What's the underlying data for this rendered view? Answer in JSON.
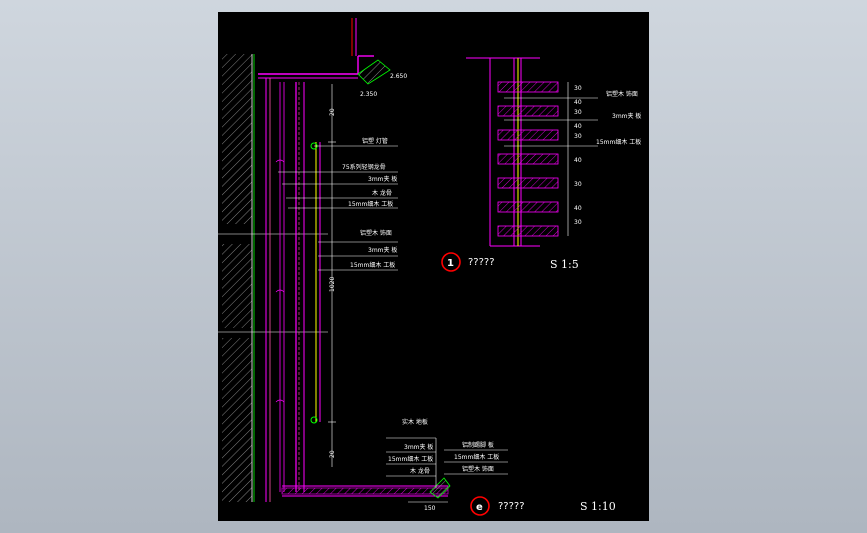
{
  "colors": {
    "background": "#000000",
    "magenta": "#ff00ff",
    "pink": "#ff55aa",
    "yellow": "#ffff00",
    "green": "#00ff00",
    "white": "#ffffff",
    "marker": "#ff0000",
    "app_bg": "#c2c9d1"
  },
  "section_main": {
    "labels": [
      "铝塑 灯管",
      "75系列轻钢龙骨",
      "3mm夹 板",
      "木 龙骨",
      "15mm细木 工板",
      "铝塑木 饰面",
      "3mm夹 板",
      "15mm细木 工板"
    ],
    "level_top": "2.650",
    "level_ceiling": "2.350",
    "dims": [
      "20",
      "1020",
      "20"
    ]
  },
  "detail_1": {
    "labels": [
      "铝塑木 饰面",
      "3mm夹 板",
      "15mm细木 工板"
    ],
    "dims": [
      "30",
      "40",
      "30",
      "40",
      "30",
      "40",
      "30",
      "40",
      "30"
    ],
    "marker": "1",
    "title": "?????",
    "scale": "S 1:5"
  },
  "detail_e": {
    "labels": [
      "实木 地板",
      "3mm夹 板",
      "15mm细木 工板",
      "木 龙骨",
      "铝制踢脚 板",
      "15mm细木 工板",
      "铝塑木 饰面"
    ],
    "dim": "150",
    "marker": "e",
    "title": "?????",
    "scale": "S 1:10"
  }
}
